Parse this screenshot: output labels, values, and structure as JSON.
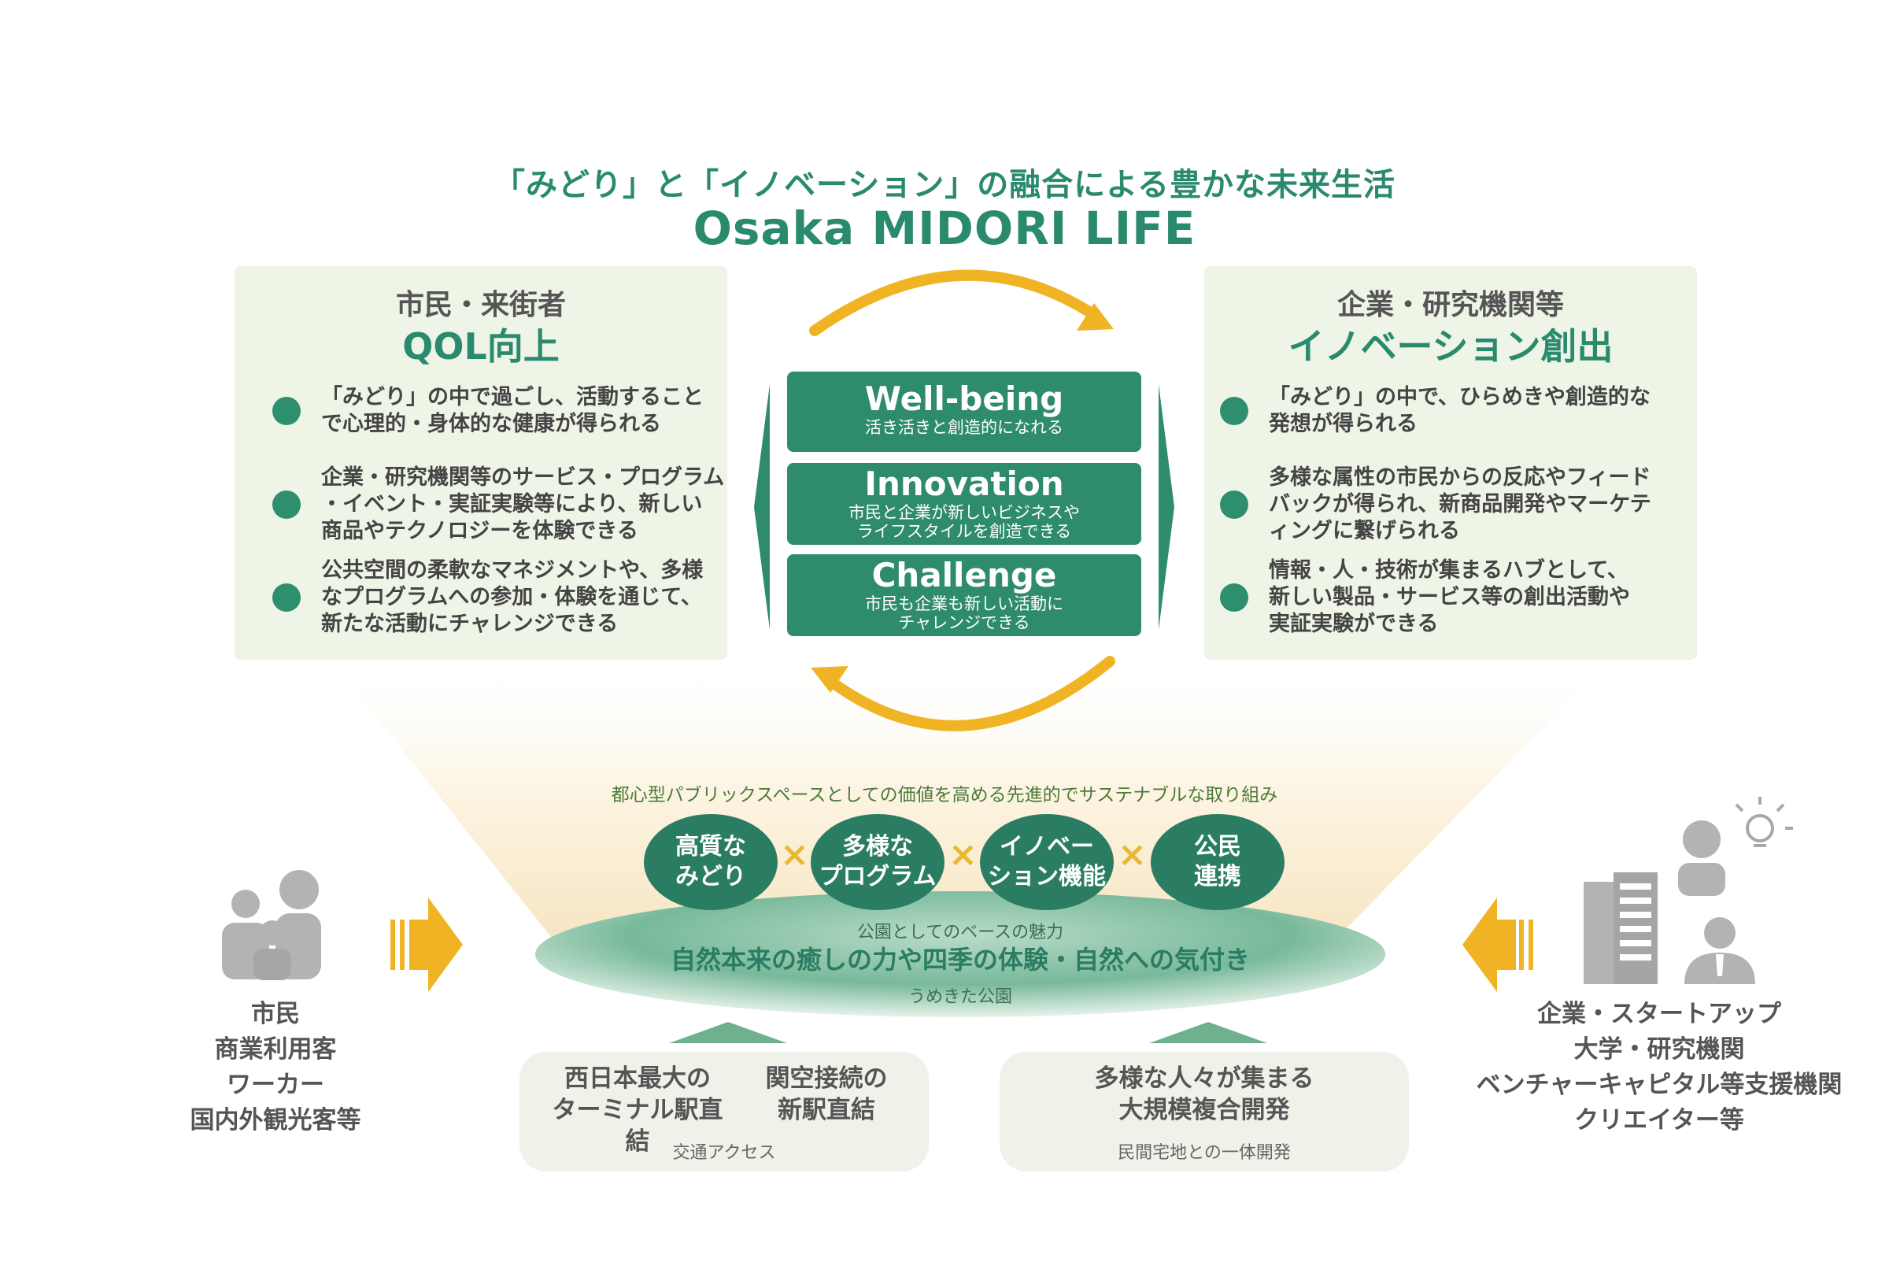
{
  "header": {
    "subtitle": "「みどり」と「イノベーション」の融合による豊かな未来生活",
    "title": "Osaka MIDORI LIFE"
  },
  "left_panel": {
    "heading": "市民・来街者",
    "title": "QOL向上",
    "items": [
      {
        "line1": "「みどり」の中で過ごし、活動すること",
        "line2": "で心理的・身体的な健康が得られる"
      },
      {
        "line1": "企業・研究機関等のサービス・プログラム",
        "line2": "・イベント・実証実験等により、新しい",
        "line3": "商品やテクノロジーを体験できる"
      },
      {
        "line1": "公共空間の柔軟なマネジメントや、多様",
        "line2": "なプログラムへの参加・体験を通じて、",
        "line3": "新たな活動にチャレンジできる"
      }
    ]
  },
  "right_panel": {
    "heading": "企業・研究機関等",
    "title": "イノベーション創出",
    "items": [
      {
        "line1": "「みどり」の中で、ひらめきや創造的な",
        "line2": "発想が得られる"
      },
      {
        "line1": "多様な属性の市民からの反応やフィード",
        "line2": "バックが得られ、新商品開発やマーケテ",
        "line3": "ィングに繋げられる"
      },
      {
        "line1": "情報・人・技術が集まるハブとして、",
        "line2": "新しい製品・サービス等の創出活動や",
        "line3": "実証実験ができる"
      }
    ]
  },
  "center": {
    "boxes": [
      {
        "title": "Well-being",
        "line1": "活き活きと創造的になれる"
      },
      {
        "title": "Innovation",
        "line1": "市民と企業が新しいビジネスや",
        "line2": "ライフスタイルを創造できる"
      },
      {
        "title": "Challenge",
        "line1": "市民も企業も新しい活動に",
        "line2": "チャレンジできる"
      }
    ]
  },
  "initiatives": {
    "caption": "都心型パブリックスペースとしての価値を高める先進的でサステナブルな取り組み",
    "circles": [
      {
        "line1": "高質な",
        "line2": "みどり"
      },
      {
        "line1": "多様な",
        "line2": "プログラム"
      },
      {
        "line1": "イノベー",
        "line2": "ション機能"
      },
      {
        "line1": "公民",
        "line2": "連携"
      }
    ],
    "times_symbol": "×"
  },
  "park": {
    "caption": "公園としてのベースの魅力",
    "headline": "自然本来の癒しの力や四季の体験・自然への気付き",
    "name": "うめきた公園"
  },
  "bottom": {
    "access": {
      "left_line1": "西日本最大の",
      "left_line2": "ターミナル駅直結",
      "right_line1": "関空接続の",
      "right_line2": "新駅直結",
      "caption": "交通アクセス"
    },
    "development": {
      "line1": "多様な人々が集まる",
      "line2": "大規模複合開発",
      "caption": "民間宅地との一体開発"
    }
  },
  "left_stakeholders": [
    "市民",
    "商業利用客",
    "ワーカー",
    "国内外観光客等"
  ],
  "right_stakeholders": [
    "企業・スタートアップ",
    "大学・研究機関",
    "ベンチャーキャピタル等支援機関",
    "クリエイター等"
  ],
  "colors": {
    "brand_green": "#2e8b6c",
    "panel_bg": "#eef4e6",
    "accent_yellow": "#f0b323",
    "icon_gray": "#b3b3b3"
  }
}
